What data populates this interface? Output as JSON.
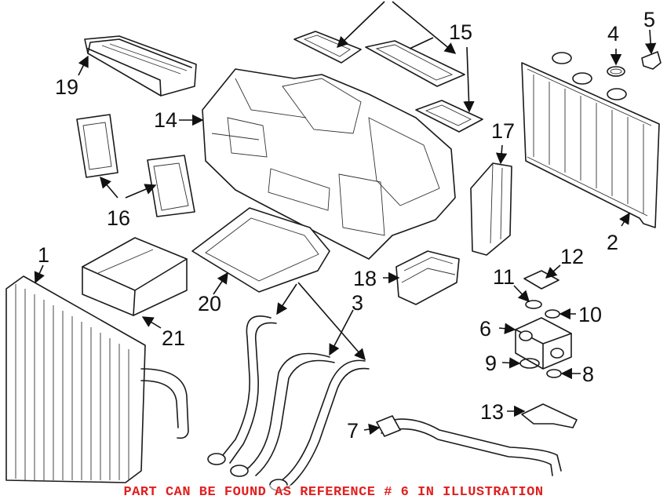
{
  "banner": {
    "text": "PART CAN BE FOUND AS REFERENCE # 6 IN ILLUSTRATION",
    "color": "#e02020"
  },
  "callouts": [
    "1",
    "2",
    "3",
    "4",
    "5",
    "6",
    "7",
    "8",
    "9",
    "10",
    "11",
    "12",
    "13",
    "14",
    "15",
    "16",
    "17",
    "18",
    "19",
    "20",
    "21"
  ],
  "highlighted_reference": "6"
}
